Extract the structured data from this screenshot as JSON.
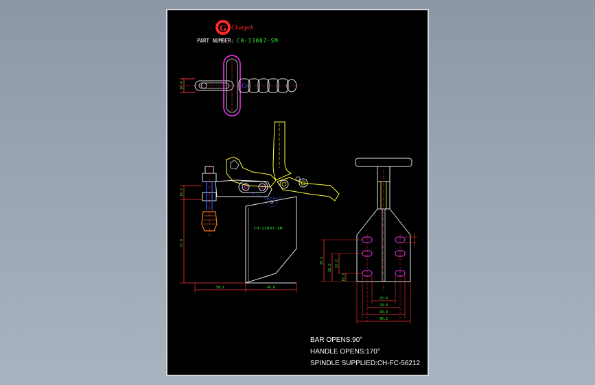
{
  "brand": {
    "logo_letter": "G",
    "logo_text": "Clampek",
    "color": "#ff2a2a"
  },
  "part": {
    "label": "PART NUMBER:",
    "number": "CH-13007-SM",
    "number_color": "#33ff33"
  },
  "side_view": {
    "body_text": "CH-13007-SM"
  },
  "dimensions": {
    "top_view_width": "16.4",
    "side_height_total": "77.4",
    "side_height_spindle": "19.7",
    "side_base_left": "50.1",
    "side_base_right": "45.6",
    "front_height_a": "39.2",
    "front_height_b": "26.2",
    "front_height_c": "22.2",
    "front_height_d": "10.2",
    "front_width_a": "25.4",
    "front_width_b": "29.4",
    "front_width_c": "33.4",
    "front_width_d": "45.2"
  },
  "specs": {
    "bar_opens": "BAR OPENS:90°",
    "handle_opens": "HANDLE OPENS:170°",
    "spindle": "SPINDLE SUPPLIED:CH-FC-56212"
  },
  "colors": {
    "outline": "#e6e6e6",
    "handle": "#ffff33",
    "dimension": "#ff3333",
    "holes": "#ff33ff",
    "hidden": "#3355ff",
    "text_green": "#33ff33",
    "spindle_tip": "#ff7a1a"
  }
}
